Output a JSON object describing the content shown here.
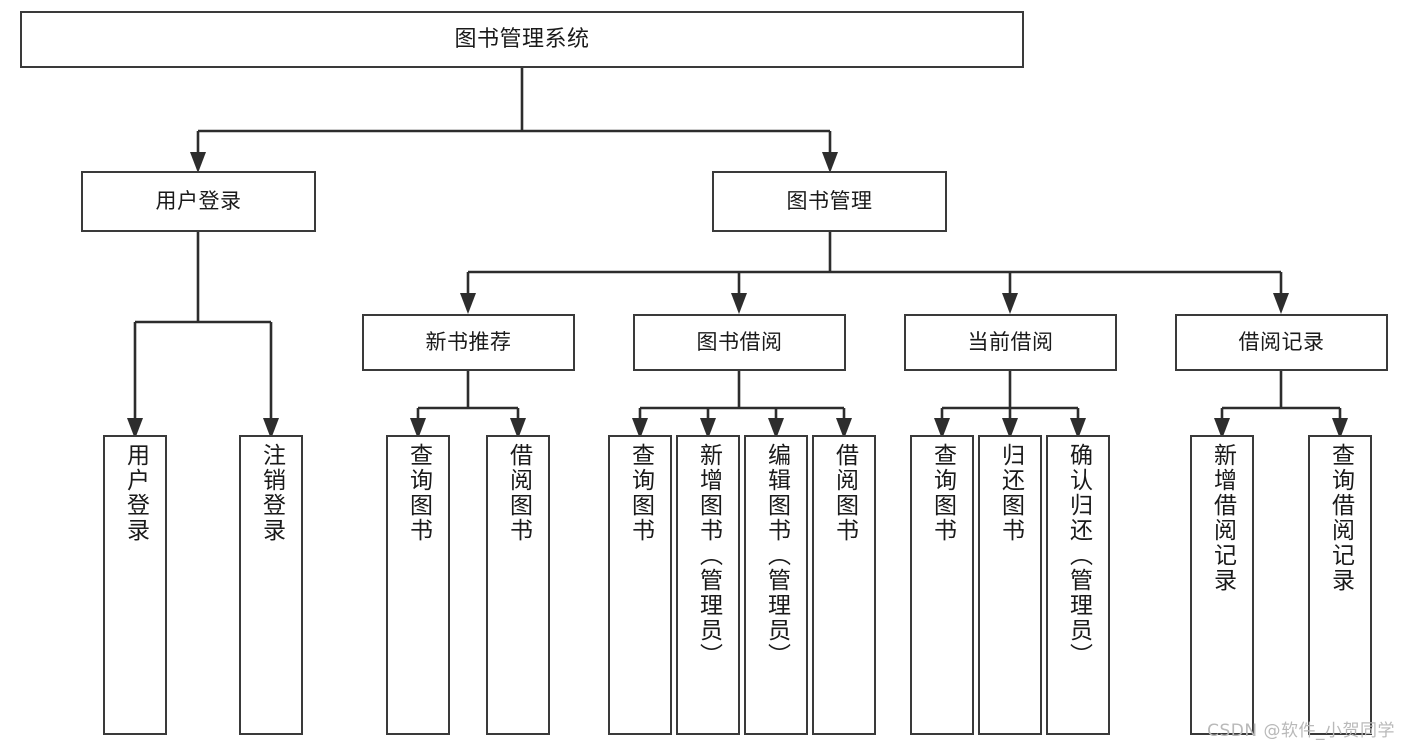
{
  "diagram": {
    "type": "tree",
    "title": "图书管理系统",
    "orientation": "top-down",
    "colors": {
      "node_border": "#3a3a3a",
      "node_fill": "#ffffff",
      "edge": "#2d2d2d",
      "text": "#1a1a1a",
      "watermark": "#b9b9b9"
    },
    "watermark": "CSDN @软件_小贺同学"
  },
  "nodes": {
    "root": {
      "label": "图书管理系统"
    },
    "level2": [
      {
        "id": "user-login",
        "label": "用户登录"
      },
      {
        "id": "book-manage",
        "label": "图书管理"
      }
    ],
    "level3": [
      {
        "id": "new-book-recommend",
        "label": "新书推荐"
      },
      {
        "id": "book-borrow",
        "label": "图书借阅"
      },
      {
        "id": "current-borrow",
        "label": "当前借阅"
      },
      {
        "id": "borrow-record",
        "label": "借阅记录"
      }
    ],
    "leaves": {
      "user_login": [
        {
          "id": "leaf-user-login",
          "label": "用户登录"
        },
        {
          "id": "leaf-logout-login",
          "label": "注销登录"
        }
      ],
      "new_book_recommend": [
        {
          "id": "leaf-query-book-1",
          "label": "查询图书"
        },
        {
          "id": "leaf-borrow-book-1",
          "label": "借阅图书"
        }
      ],
      "book_borrow": [
        {
          "id": "leaf-query-book-2",
          "label": "查询图书"
        },
        {
          "id": "leaf-add-book-admin",
          "label": "新增图书（管理员）"
        },
        {
          "id": "leaf-edit-book-admin",
          "label": "编辑图书（管理员）"
        },
        {
          "id": "leaf-borrow-book-2",
          "label": "借阅图书"
        }
      ],
      "current_borrow": [
        {
          "id": "leaf-query-book-3",
          "label": "查询图书"
        },
        {
          "id": "leaf-return-book",
          "label": "归还图书"
        },
        {
          "id": "leaf-confirm-return-admin",
          "label": "确认归还（管理员）"
        }
      ],
      "borrow_record": [
        {
          "id": "leaf-add-borrow-record",
          "label": "新增借阅记录"
        },
        {
          "id": "leaf-query-borrow-record",
          "label": "查询借阅记录"
        }
      ]
    }
  }
}
